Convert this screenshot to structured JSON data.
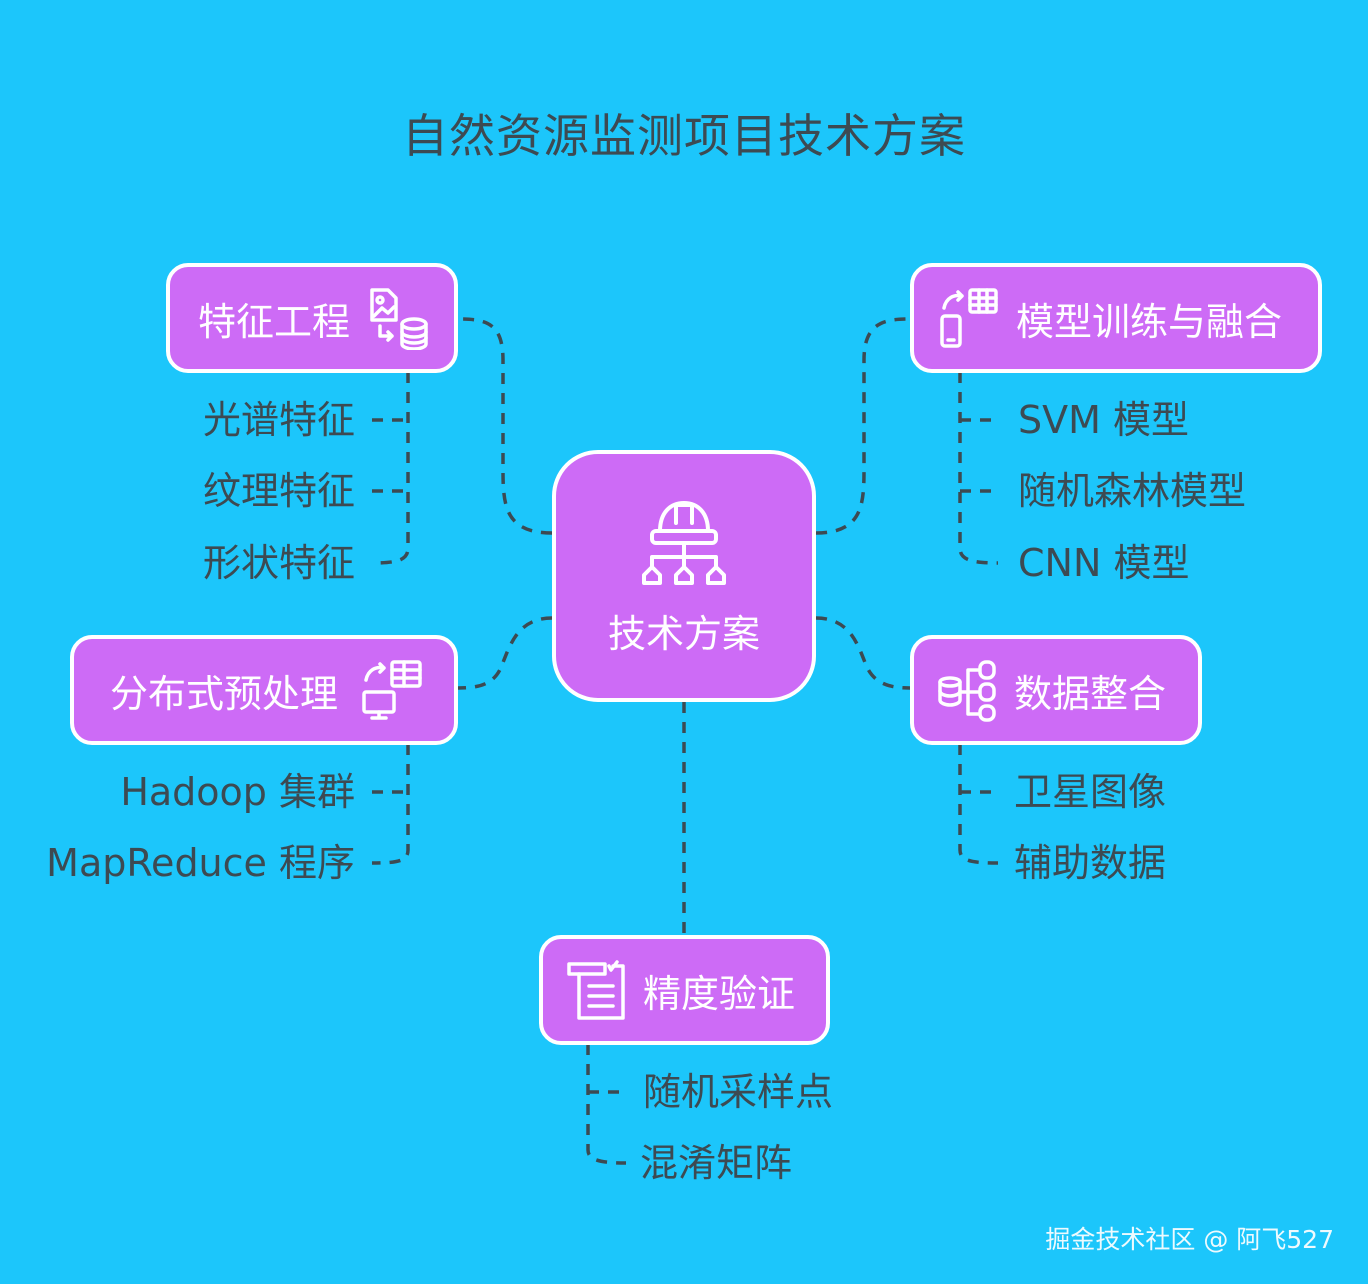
{
  "title": "自然资源监测项目技术方案",
  "center": {
    "label": "技术方案",
    "icon": "hardhat-hierarchy-icon"
  },
  "branches": {
    "feature_engineering": {
      "label": "特征工程",
      "icon": "image-database-icon",
      "items": [
        "光谱特征",
        "纹理特征",
        "形状特征"
      ]
    },
    "distributed_preprocessing": {
      "label": "分布式预处理",
      "icon": "monitor-sync-table-icon",
      "items": [
        "Hadoop 集群",
        "MapReduce 程序"
      ]
    },
    "model_training": {
      "label": "模型训练与融合",
      "icon": "phone-sync-table-icon",
      "items": [
        "SVM 模型",
        "随机森林模型",
        "CNN 模型"
      ]
    },
    "data_integration": {
      "label": "数据整合",
      "icon": "database-tree-icon",
      "items": [
        "卫星图像",
        "辅助数据"
      ]
    },
    "accuracy_validation": {
      "label": "精度验证",
      "icon": "document-checklist-icon",
      "items": [
        "随机采样点",
        "混淆矩阵"
      ]
    }
  },
  "watermark": "掘金技术社区 @ 阿飞527",
  "colors": {
    "background": "#1cc6fb",
    "node_fill": "#cd6bf6",
    "node_border": "#ffffff",
    "text_dark": "#3d4a52",
    "connector": "#3d4a52"
  }
}
